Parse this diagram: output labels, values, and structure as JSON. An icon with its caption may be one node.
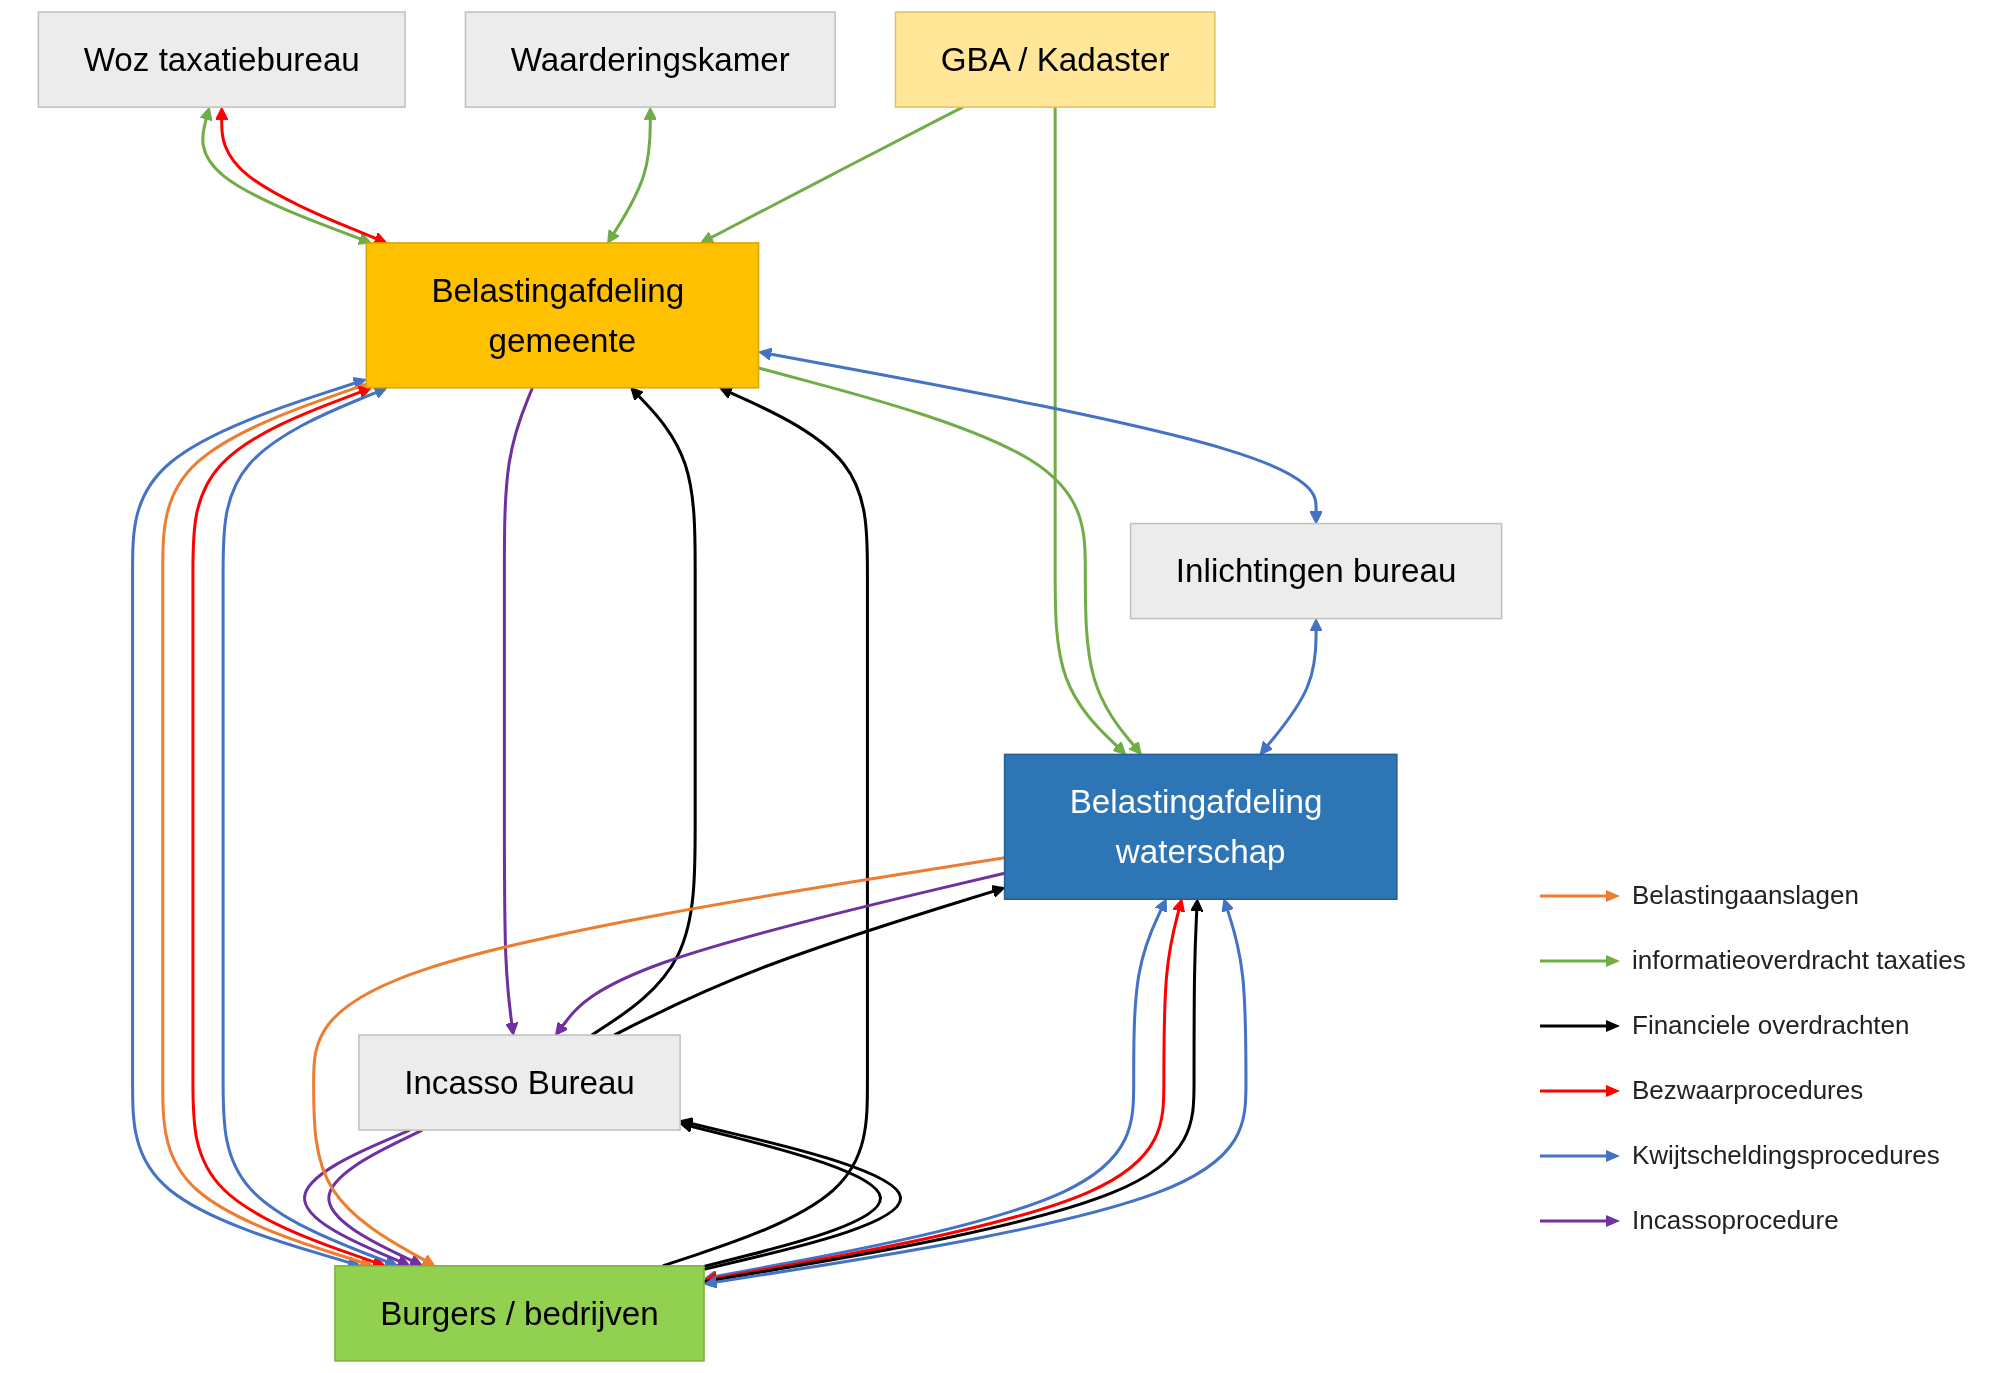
{
  "diagram": {
    "nodes": [
      {
        "text": [
          "Woz taxatiebureau"
        ]
      },
      {
        "text": [
          "Waarderingskamer"
        ]
      },
      {
        "text": [
          "GBA / Kadaster"
        ]
      },
      {
        "text": [
          "Belastingafdeling gemeente"
        ]
      },
      {
        "text": [
          "Inlichtingen bureau"
        ]
      },
      {
        "text": [
          "Burgers / bedrijven"
        ]
      },
      {
        "text": [
          "Incasso Bureau"
        ]
      },
      {
        "text": [
          "Belastingafdeling waterschap"
        ]
      }
    ],
    "edges": [
      {
        "from": 0,
        "to": 3,
        "arrow": "both",
        "color": "#70ad47"
      },
      {
        "from": 0,
        "to": 3,
        "arrow": "both",
        "color": "#ff0000"
      },
      {
        "from": 1,
        "to": 3,
        "arrow": "both",
        "color": "#70ad47"
      },
      {
        "from": 2,
        "to": 3,
        "arrow": "to",
        "color": "#70ad47"
      },
      {
        "from": 2,
        "to": 7,
        "arrow": "to",
        "color": "#70ad47"
      },
      {
        "from": 3,
        "to": 4,
        "arrow": "both",
        "color": "#4472c4"
      },
      {
        "from": 3,
        "to": 7,
        "arrow": "to",
        "color": "#70ad47"
      },
      {
        "from": 3,
        "to": 5,
        "arrow": "both",
        "color": "#4472c4"
      },
      {
        "from": 3,
        "to": 5,
        "arrow": "to",
        "color": "#ed7d31"
      },
      {
        "from": 3,
        "to": 5,
        "arrow": "both",
        "color": "#ff0000"
      },
      {
        "from": 5,
        "to": 3,
        "arrow": "to",
        "color": "#000000"
      },
      {
        "from": 3,
        "to": 5,
        "arrow": "both",
        "color": "#4472c4"
      },
      {
        "from": 6,
        "to": 3,
        "arrow": "to",
        "color": "#000000"
      },
      {
        "from": 3,
        "to": 6,
        "arrow": "to",
        "color": "#7030a0"
      },
      {
        "from": 6,
        "to": 5,
        "arrow": "to",
        "color": "#7030a0"
      },
      {
        "from": 5,
        "to": 6,
        "arrow": "to",
        "color": "#000000"
      },
      {
        "from": 5,
        "to": 6,
        "arrow": "to",
        "color": "#000000"
      },
      {
        "from": 6,
        "to": 5,
        "arrow": "to",
        "color": "#7030a0"
      },
      {
        "from": 7,
        "to": 6,
        "arrow": "to",
        "color": "#7030a0"
      },
      {
        "from": 6,
        "to": 7,
        "arrow": "to",
        "color": "#000000"
      },
      {
        "from": 5,
        "to": 7,
        "arrow": "both",
        "color": "#4472c4"
      },
      {
        "from": 7,
        "to": 5,
        "arrow": "to",
        "color": "#ed7d31"
      },
      {
        "from": 5,
        "to": 7,
        "arrow": "both",
        "color": "#ff0000"
      },
      {
        "from": 5,
        "to": 7,
        "arrow": "to",
        "color": "#000000"
      },
      {
        "from": 5,
        "to": 7,
        "arrow": "both",
        "color": "#4472c4"
      },
      {
        "from": 4,
        "to": 7,
        "arrow": "both",
        "color": "#4472c4"
      }
    ],
    "legend": [
      {
        "text": "Belastingaanslagen",
        "color": "#ed7d31"
      },
      {
        "text": "informatieoverdracht taxaties",
        "color": "#70ad47"
      },
      {
        "text": "Financiele overdrachten",
        "color": "#000000"
      },
      {
        "text": "Bezwaarprocedures",
        "color": "#ff0000"
      },
      {
        "text": "Kwijtscheldingsprocedures",
        "color": "#4472c4"
      },
      {
        "text": "Incassoprocedure",
        "color": "#7030a0"
      }
    ]
  }
}
